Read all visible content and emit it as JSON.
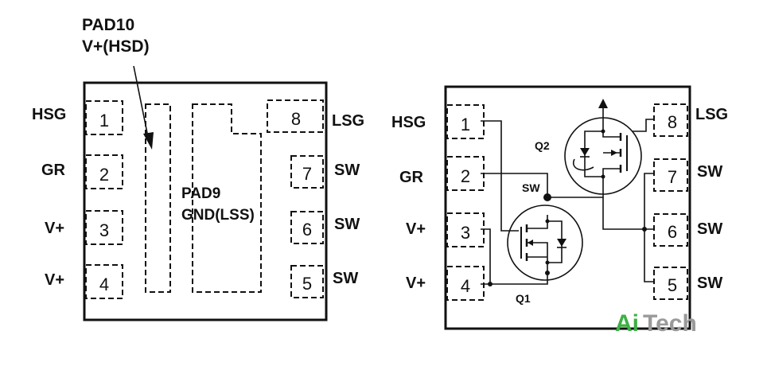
{
  "left_package": {
    "pad10": {
      "line1": "PAD10",
      "line2": "V+(HSD)"
    },
    "pad9": {
      "line1": "PAD9",
      "line2": "GND(LSS)"
    },
    "pins": [
      {
        "num": "1",
        "label": "HSG"
      },
      {
        "num": "2",
        "label": "GR"
      },
      {
        "num": "3",
        "label": "V+"
      },
      {
        "num": "4",
        "label": "V+"
      },
      {
        "num": "5",
        "label": "SW"
      },
      {
        "num": "6",
        "label": "SW"
      },
      {
        "num": "7",
        "label": "SW"
      },
      {
        "num": "8",
        "label": "LSG"
      }
    ]
  },
  "right_package": {
    "pins": [
      {
        "num": "1",
        "label": "HSG"
      },
      {
        "num": "2",
        "label": "GR"
      },
      {
        "num": "3",
        "label": "V+"
      },
      {
        "num": "4",
        "label": "V+"
      },
      {
        "num": "5",
        "label": "SW"
      },
      {
        "num": "6",
        "label": "SW"
      },
      {
        "num": "7",
        "label": "SW"
      },
      {
        "num": "8",
        "label": "LSG"
      }
    ],
    "sw_node_label": "SW",
    "q1_label": "Q1",
    "q2_label": "Q2"
  },
  "watermark": {
    "part1": "Ai",
    "part2": "Tech",
    "color1": "#3cb043",
    "color2": "#9a9a9a"
  }
}
